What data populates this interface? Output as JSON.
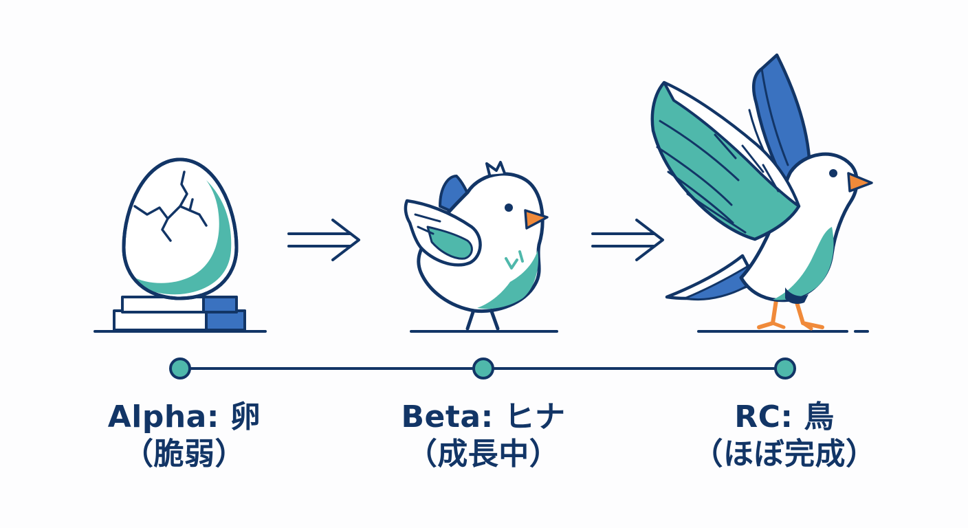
{
  "stages": [
    {
      "id": "alpha",
      "title": "Alpha: 卵",
      "subtitle": "（脆弱）"
    },
    {
      "id": "beta",
      "title": "Beta: ヒナ",
      "subtitle": "（成長中）"
    },
    {
      "id": "rc",
      "title": "RC: 鳥",
      "subtitle": "（ほぼ完成）"
    }
  ],
  "colors": {
    "navy": "#123566",
    "teal": "#4fb8ab",
    "teal_light": "#8fd4ca",
    "blue": "#3a72c0",
    "orange": "#f08a3a",
    "white": "#ffffff"
  },
  "icons": [
    "egg-icon",
    "chick-icon",
    "bird-icon",
    "double-arrow-icon"
  ]
}
